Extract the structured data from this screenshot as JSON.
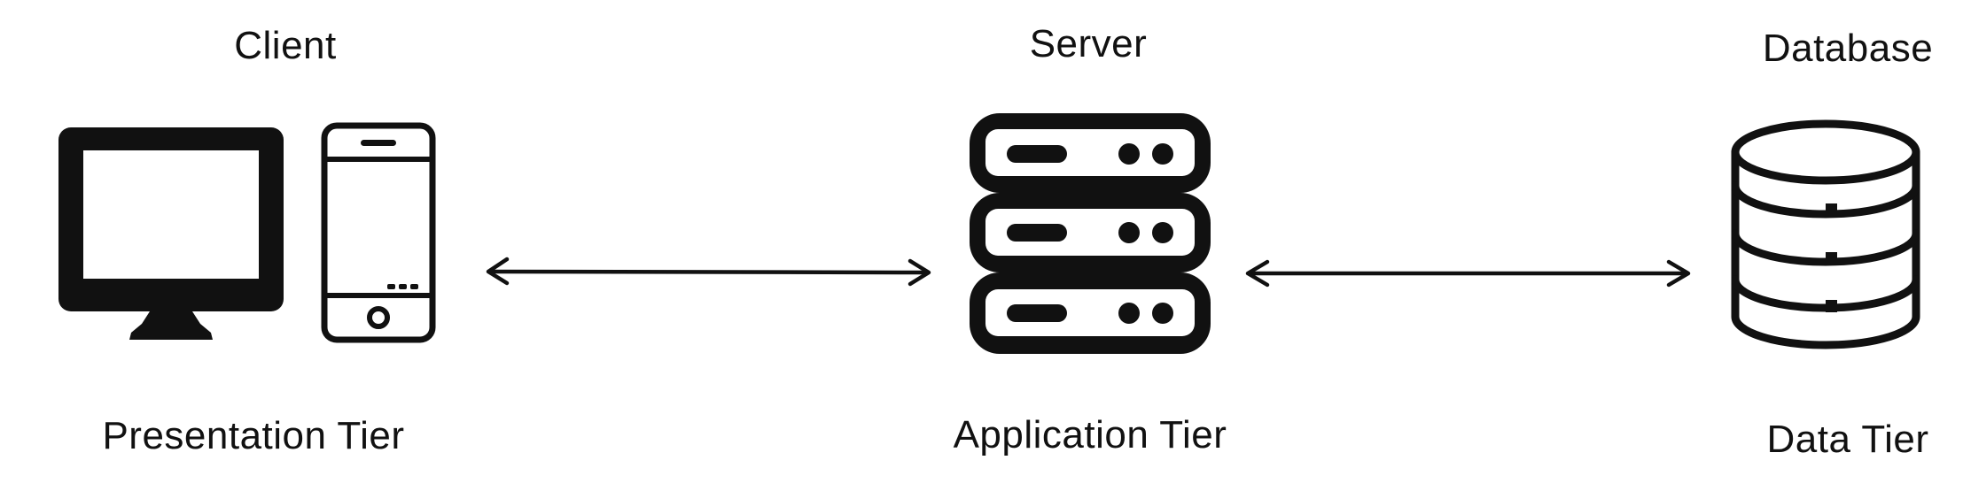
{
  "diagram": {
    "tiers": [
      {
        "id": "client",
        "heading": "Client",
        "caption": "Presentation Tier",
        "icons": [
          "monitor-icon",
          "smartphone-icon"
        ]
      },
      {
        "id": "server",
        "heading": "Server",
        "caption": "Application Tier",
        "icons": [
          "server-rack-icon"
        ]
      },
      {
        "id": "database",
        "heading": "Database",
        "caption": "Data Tier",
        "icons": [
          "database-icon"
        ]
      }
    ],
    "connections": [
      {
        "from": "client",
        "to": "server",
        "direction": "bidirectional"
      },
      {
        "from": "server",
        "to": "database",
        "direction": "bidirectional"
      }
    ],
    "colors": {
      "ink": "#111111",
      "background": "#ffffff"
    }
  }
}
